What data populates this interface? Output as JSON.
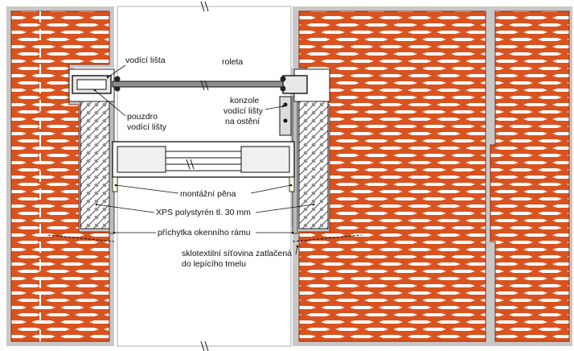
{
  "colors": {
    "brick": "#d8531f",
    "brick_stroke": "#8a2a0c",
    "plaster": "#c8c8c8",
    "insulation_hatch": "#333333",
    "line": "#222222",
    "background": "#ffffff"
  },
  "labels": {
    "vodici_lista": "vodící lišta",
    "roleta": "roleta",
    "pouzdro_line1": "pouzdro",
    "pouzdro_line2": "vodící lišty",
    "konzole_line1": "konzole",
    "konzole_line2": "vodící lišty",
    "konzole_line3": "na ostění",
    "montazni_pena": "montážní pěna",
    "xps": "XPS polystyrén tl. 30 mm",
    "prichytka": "příchytka okenního rámu",
    "sklotextilni_line1": "sklotextilní síťovina zatlačená",
    "sklotextilni_line2": "do lepícího tmelu"
  },
  "icons": [
    "break-mark-icon"
  ]
}
